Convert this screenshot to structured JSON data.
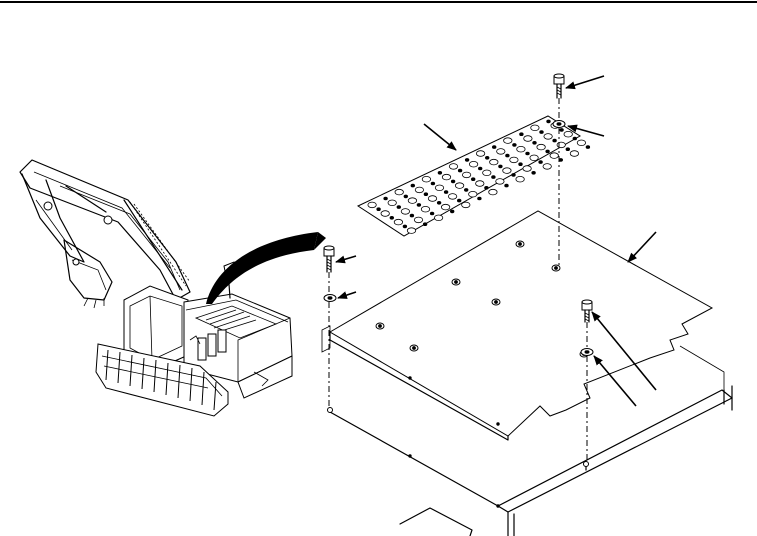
{
  "figure": {
    "callout_leaders": [
      {
        "id": "leader-screw-top"
      },
      {
        "id": "leader-washer-top"
      },
      {
        "id": "leader-tread-plate"
      },
      {
        "id": "leader-deck-panel"
      },
      {
        "id": "leader-screw-left"
      },
      {
        "id": "leader-washer-left"
      },
      {
        "id": "leader-screw-right"
      },
      {
        "id": "leader-washer-right"
      }
    ]
  }
}
